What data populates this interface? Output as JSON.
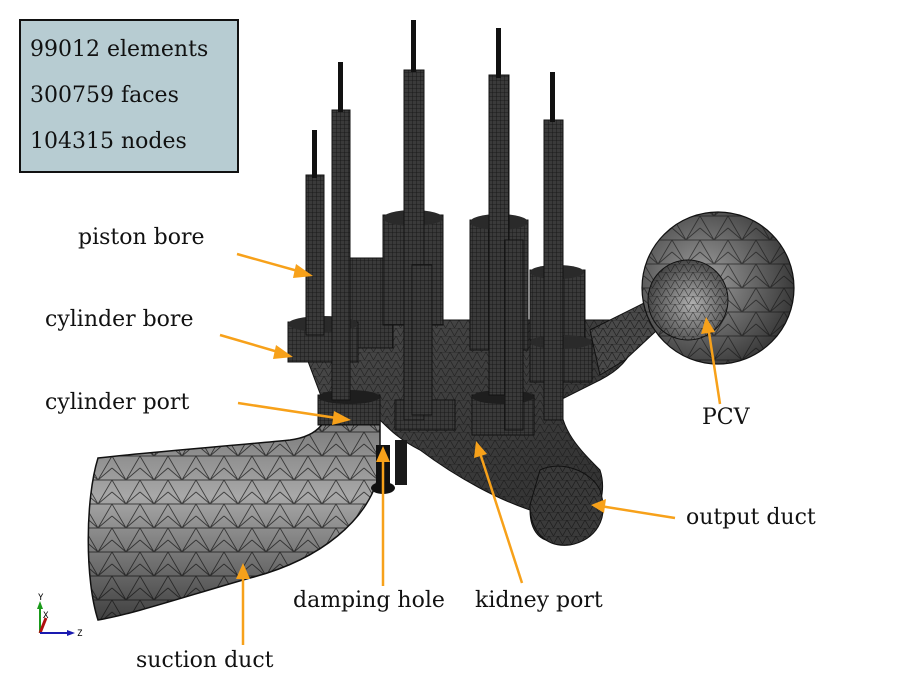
{
  "stats": {
    "elements": "99012 elements",
    "faces": "300759 faces",
    "nodes": "104315 nodes"
  },
  "labels": {
    "piston_bore": "piston bore",
    "cylinder_bore": "cylinder bore",
    "cylinder_port": "cylinder port",
    "pcv": "PCV",
    "output_duct": "output duct",
    "damping_hole": "damping hole",
    "kidney_port": "kidney port",
    "suction_duct": "suction duct"
  },
  "axes": {
    "y": "Y",
    "x": "X",
    "z": "Z"
  },
  "colors": {
    "arrow": "#f7a11a",
    "mesh_dark": "#2a2a2a",
    "mesh_mid": "#555555",
    "mesh_light": "#9a9a9a",
    "stats_bg": "#b7ccd2"
  }
}
